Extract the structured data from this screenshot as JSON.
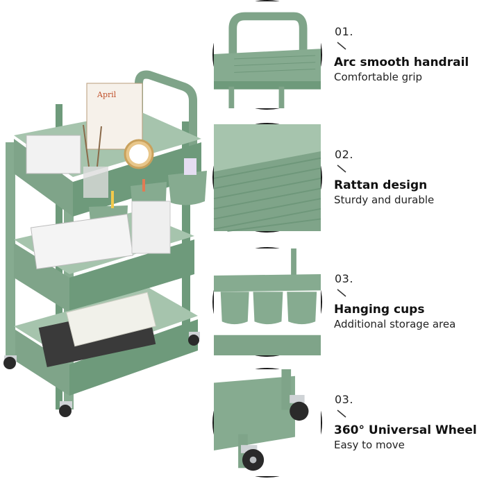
{
  "colors": {
    "cart_green": "#7fa489",
    "cart_green_dark": "#5f8a6c",
    "cart_green_light": "#a6c4ad",
    "wheel": "#2a2a2a"
  },
  "features": [
    {
      "number": "01.",
      "title": "Arc smooth handrail",
      "subtitle": "Comfortable grip"
    },
    {
      "number": "02.",
      "title": "Rattan design",
      "subtitle": "Sturdy and durable"
    },
    {
      "number": "03.",
      "title": "Hanging cups",
      "subtitle": "Additional storage area"
    },
    {
      "number": "03.",
      "title": "360° Universal Wheel",
      "subtitle": "Easy to move"
    }
  ]
}
